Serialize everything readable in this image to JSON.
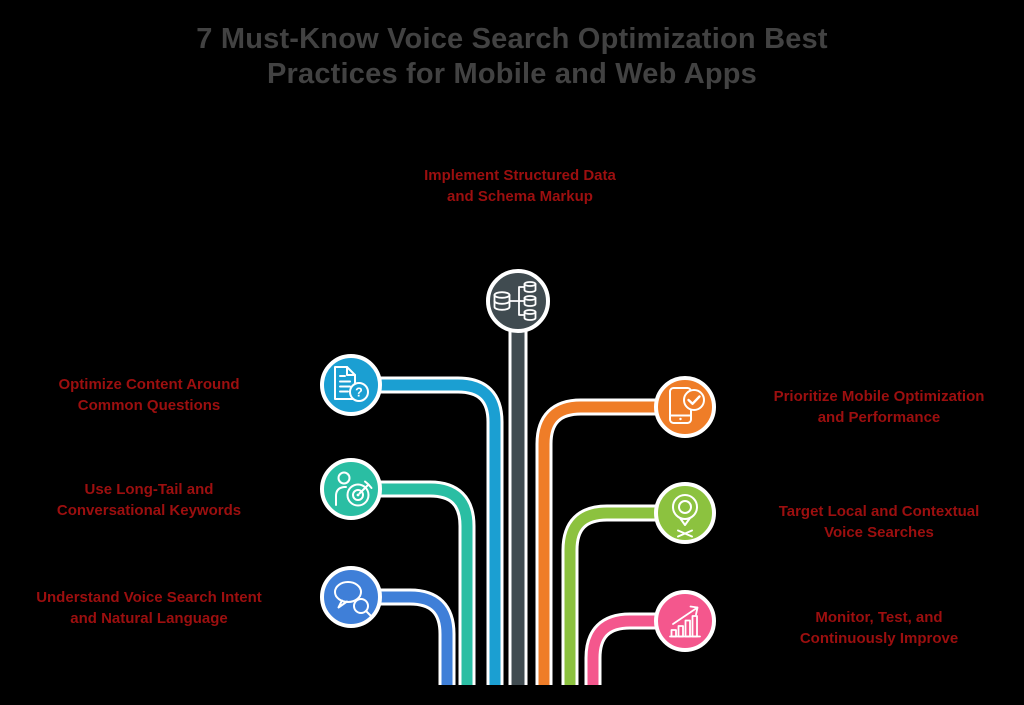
{
  "title": {
    "text": "7 Must-Know Voice Search Optimization Best Practices for Mobile and Web Apps",
    "lines": [
      "7 Must-Know Voice Search Optimization Best",
      "Practices for Mobile and Web Apps"
    ]
  },
  "colors": {
    "background": "#000000",
    "title_text": "#424242",
    "label_text": "#9c0f0f",
    "node_outline": "#ffffff",
    "icon_stroke": "#ffffff"
  },
  "glyphs": {
    "question_mark": "?"
  },
  "nodes": [
    {
      "id": "structured-data",
      "label": "Implement Structured Data and Schema Markup",
      "lines": [
        "Implement Structured Data",
        "and Schema Markup"
      ],
      "color": "#404b50",
      "icon": "database-schema-icon"
    },
    {
      "id": "content-questions",
      "label": "Optimize Content Around Common Questions",
      "lines": [
        "Optimize Content Around",
        "Common Questions"
      ],
      "color": "#1b9fd2",
      "icon": "document-question-icon"
    },
    {
      "id": "long-tail-keywords",
      "label": "Use Long-Tail and Conversational Keywords",
      "lines": [
        "Use Long-Tail and",
        "Conversational Keywords"
      ],
      "color": "#2abea3",
      "icon": "person-target-icon"
    },
    {
      "id": "voice-intent",
      "label": "Understand Voice Search Intent and Natural Language",
      "lines": [
        "Understand Voice Search Intent",
        "and Natural Language"
      ],
      "color": "#3f7fd8",
      "icon": "chat-search-icon"
    },
    {
      "id": "mobile-optimization",
      "label": "Prioritize Mobile Optimization and Performance",
      "lines": [
        "Prioritize Mobile Optimization",
        "and Performance"
      ],
      "color": "#ef7d28",
      "icon": "phone-check-icon"
    },
    {
      "id": "local-voice",
      "label": "Target Local and Contextual Voice Searches",
      "lines": [
        "Target Local and Contextual",
        "Voice Searches"
      ],
      "color": "#8cc23f",
      "icon": "location-pin-icon"
    },
    {
      "id": "monitor-improve",
      "label": "Monitor, Test, and Continuously Improve",
      "lines": [
        "Monitor, Test, and",
        "Continuously Improve"
      ],
      "color": "#f4578d",
      "icon": "growth-chart-icon"
    }
  ]
}
